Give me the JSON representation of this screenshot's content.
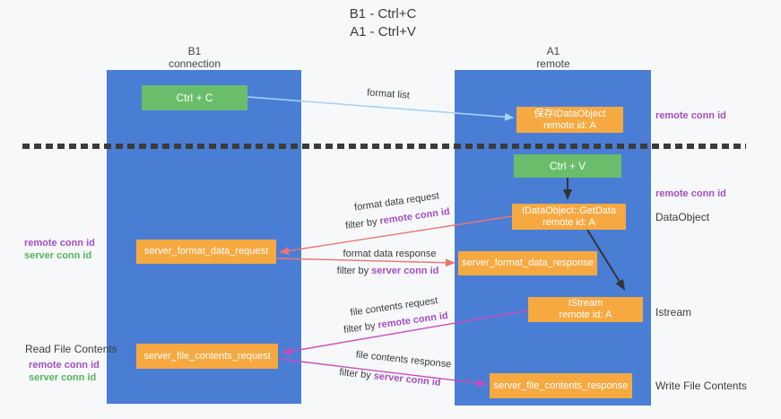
{
  "title": {
    "line1": "B1 - Ctrl+C",
    "line2": "A1 - Ctrl+V"
  },
  "columns": {
    "left": {
      "name": "B1",
      "subtitle": "connection"
    },
    "right": {
      "name": "A1",
      "subtitle": "remote"
    }
  },
  "boxes": {
    "ctrl_c": {
      "label": "Ctrl + C"
    },
    "ctrl_v": {
      "label": "Ctrl + V"
    },
    "save_dataobject": {
      "line1": "保存IDataObject",
      "line2": "remote id: A"
    },
    "getdata": {
      "line1": "IDataObject::GetData",
      "line2": "remote id: A"
    },
    "istream": {
      "line1": "IStream",
      "line2": "remote id: A"
    },
    "server_format_data_request": {
      "label": "server_format_data_request"
    },
    "server_format_data_response": {
      "label": "server_format_data_response"
    },
    "server_file_contents_request": {
      "label": "server_file_contents_request"
    },
    "server_file_contents_response": {
      "label": "server_file_contents_response"
    }
  },
  "arrow_labels": {
    "format_list": "format list",
    "format_data_request": "format data request",
    "format_data_response": "format data response",
    "file_contents_request": "file contents request",
    "file_contents_response": "file contents response",
    "filter_by": "filter by ",
    "remote_conn_id": "remote conn id",
    "server_conn_id": "server conn id"
  },
  "side_notes": {
    "remote_conn_id_top": "remote conn id",
    "remote_conn_id_mid": "remote conn id",
    "dataobject": "DataObject",
    "istream": "Istream",
    "write_file_contents": "Write File Contents",
    "read_file_contents": "Read File Contents",
    "left_remote_conn_id": "remote conn id",
    "left_server_conn_id": "server conn id",
    "left_remote_conn_id_2": "remote conn id",
    "left_server_conn_id_2": "server conn id"
  },
  "colors": {
    "column_blue": "#4a7ed5",
    "box_green": "#6abe6b",
    "box_orange": "#f7a941",
    "purple_text": "#a44fc0",
    "green_text": "#56b35c",
    "arrow_salmon": "#ed7472",
    "arrow_magenta": "#cb4bbe",
    "arrow_lightblue": "#a9d3f2",
    "arrow_black": "#333333",
    "divider_dash": "#3b3b3b"
  }
}
